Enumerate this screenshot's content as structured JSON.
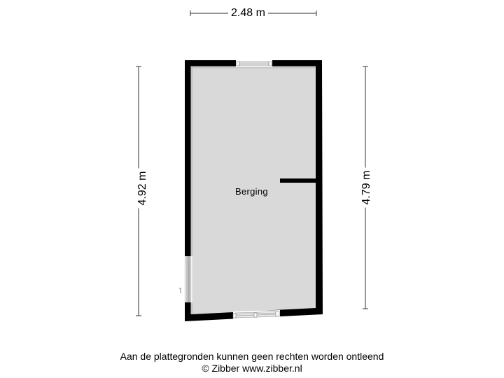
{
  "floorplan": {
    "room": {
      "name": "Berging"
    },
    "dimensions": {
      "width": "2.48 m",
      "left_height": "4.92 m",
      "right_height": "4.79 m"
    },
    "colors": {
      "wall": "#000000",
      "floor": "#d9d9d9",
      "dimension_line": "#555555",
      "window": "#bbbbbb"
    }
  },
  "footer": {
    "disclaimer": "Aan de plattegronden kunnen geen rechten worden ontleend",
    "copyright": "© Zibber www.zibber.nl"
  }
}
